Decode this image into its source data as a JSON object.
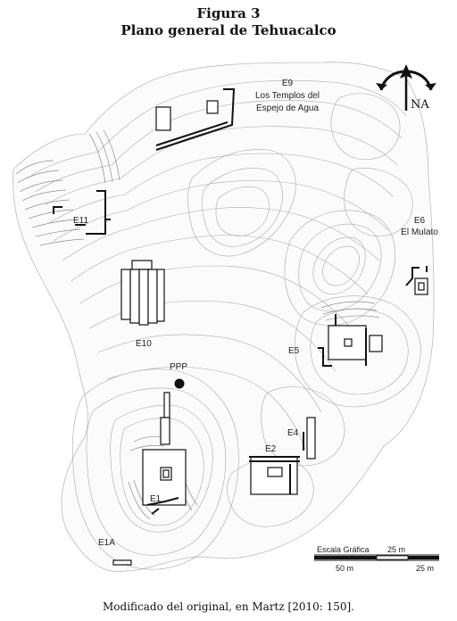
{
  "header": {
    "figure_label": "Figura 3",
    "title": "Plano general de Tehuacalco"
  },
  "north_arrow": {
    "label": "NA",
    "icon": "north-arrow-icon"
  },
  "sites": [
    {
      "id": "E9",
      "name": "E9",
      "description_line1": "Los Templos del",
      "description_line2": "Espejo de Agua"
    },
    {
      "id": "E11",
      "name": "E11"
    },
    {
      "id": "E6",
      "name": "E6",
      "description_line1": "El Mulato"
    },
    {
      "id": "E10",
      "name": "E10"
    },
    {
      "id": "E5",
      "name": "E5"
    },
    {
      "id": "PPP",
      "name": "PPP"
    },
    {
      "id": "E4",
      "name": "E4"
    },
    {
      "id": "E2",
      "name": "E2"
    },
    {
      "id": "E1",
      "name": "E1"
    },
    {
      "id": "E1A",
      "name": "E1A"
    }
  ],
  "scale_bar": {
    "title": "Escala Gráfica",
    "top_label": "25 m",
    "bottom_left_label": "50 m",
    "bottom_right_label": "25 m"
  },
  "caption": "Modificado del original, en Martz [2010: 150]."
}
